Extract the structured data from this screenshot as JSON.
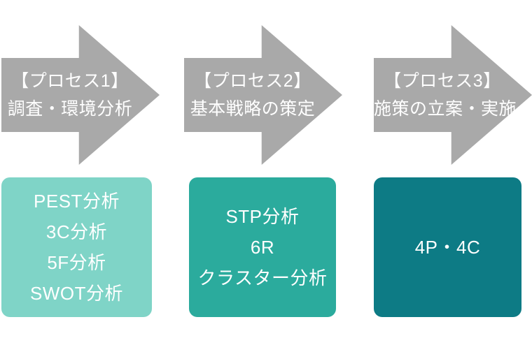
{
  "diagram": {
    "arrow_color": "#a9a9a9",
    "text_color": "#ffffff",
    "processes": [
      {
        "arrow_line1": "【プロセス1】",
        "arrow_line2": "調査・環境分析",
        "box_color": "#7fd4c7",
        "items": [
          "PEST分析",
          "3C分析",
          "5F分析",
          "SWOT分析"
        ]
      },
      {
        "arrow_line1": "【プロセス2】",
        "arrow_line2": "基本戦略の策定",
        "box_color": "#2bab9d",
        "items": [
          "STP分析",
          "6R",
          "クラスター分析"
        ]
      },
      {
        "arrow_line1": "【プロセス3】",
        "arrow_line2": "施策の立案・実施",
        "box_color": "#0d7b85",
        "items": [
          "4P・4C"
        ]
      }
    ]
  }
}
